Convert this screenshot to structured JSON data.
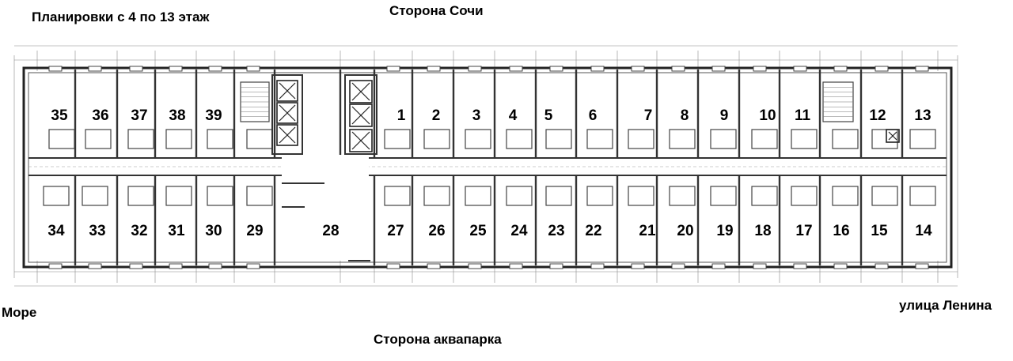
{
  "title": "Планировки с 4 по 13 этаж",
  "sides": {
    "top": "Сторона Сочи",
    "bottom": "Сторона аквапарка",
    "left": "Море",
    "right": "улица Ленина"
  },
  "apartments_top": [
    "35",
    "36",
    "37",
    "38",
    "39",
    "1",
    "2",
    "3",
    "4",
    "5",
    "6",
    "7",
    "8",
    "9",
    "10",
    "11",
    "12",
    "13"
  ],
  "apartments_bottom": [
    "34",
    "33",
    "32",
    "31",
    "30",
    "29",
    "28",
    "27",
    "26",
    "25",
    "24",
    "23",
    "22",
    "21",
    "20",
    "19",
    "18",
    "17",
    "16",
    "15",
    "14"
  ]
}
